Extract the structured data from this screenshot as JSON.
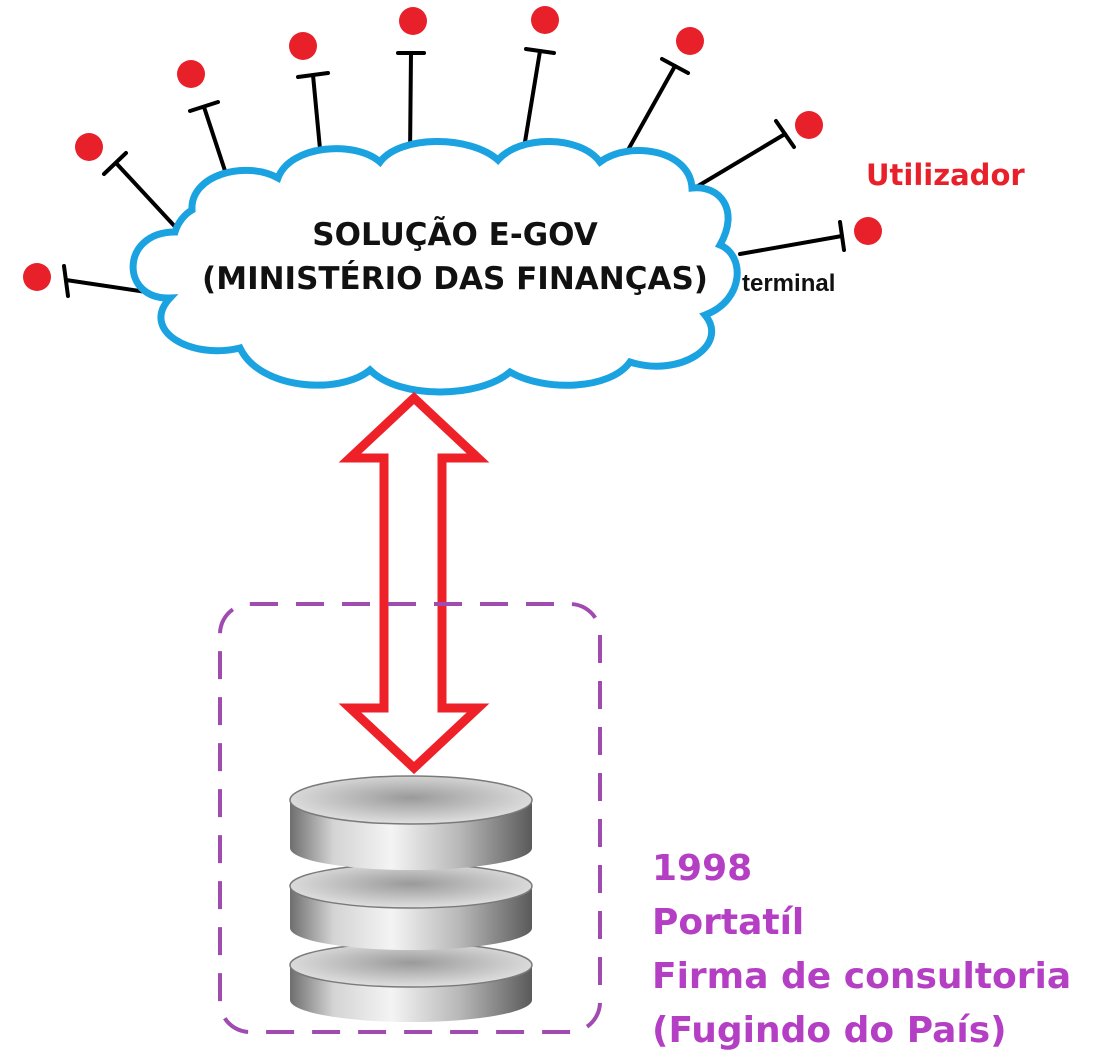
{
  "cloud": {
    "title_line1": "SOLUÇÃO E-GOV",
    "title_line2": "(MINISTÉRIO DAS FINANÇAS)"
  },
  "labels": {
    "user": "Utilizador",
    "terminal": "terminal"
  },
  "notes": [
    "1998",
    "Portatíl",
    "Firma de consultoria",
    "(Fugindo do País)"
  ],
  "colors": {
    "cloud_outline": "#1aa3e0",
    "user_dot": "#e8202a",
    "arrow": "#ee2128",
    "dashed_box": "#a04bb0",
    "notes_text": "#b43fc4",
    "user_label": "#e8202a"
  },
  "icons": {
    "database": "database-icon",
    "user": "user-dot-icon"
  },
  "connection": "bidirectional-arrow"
}
